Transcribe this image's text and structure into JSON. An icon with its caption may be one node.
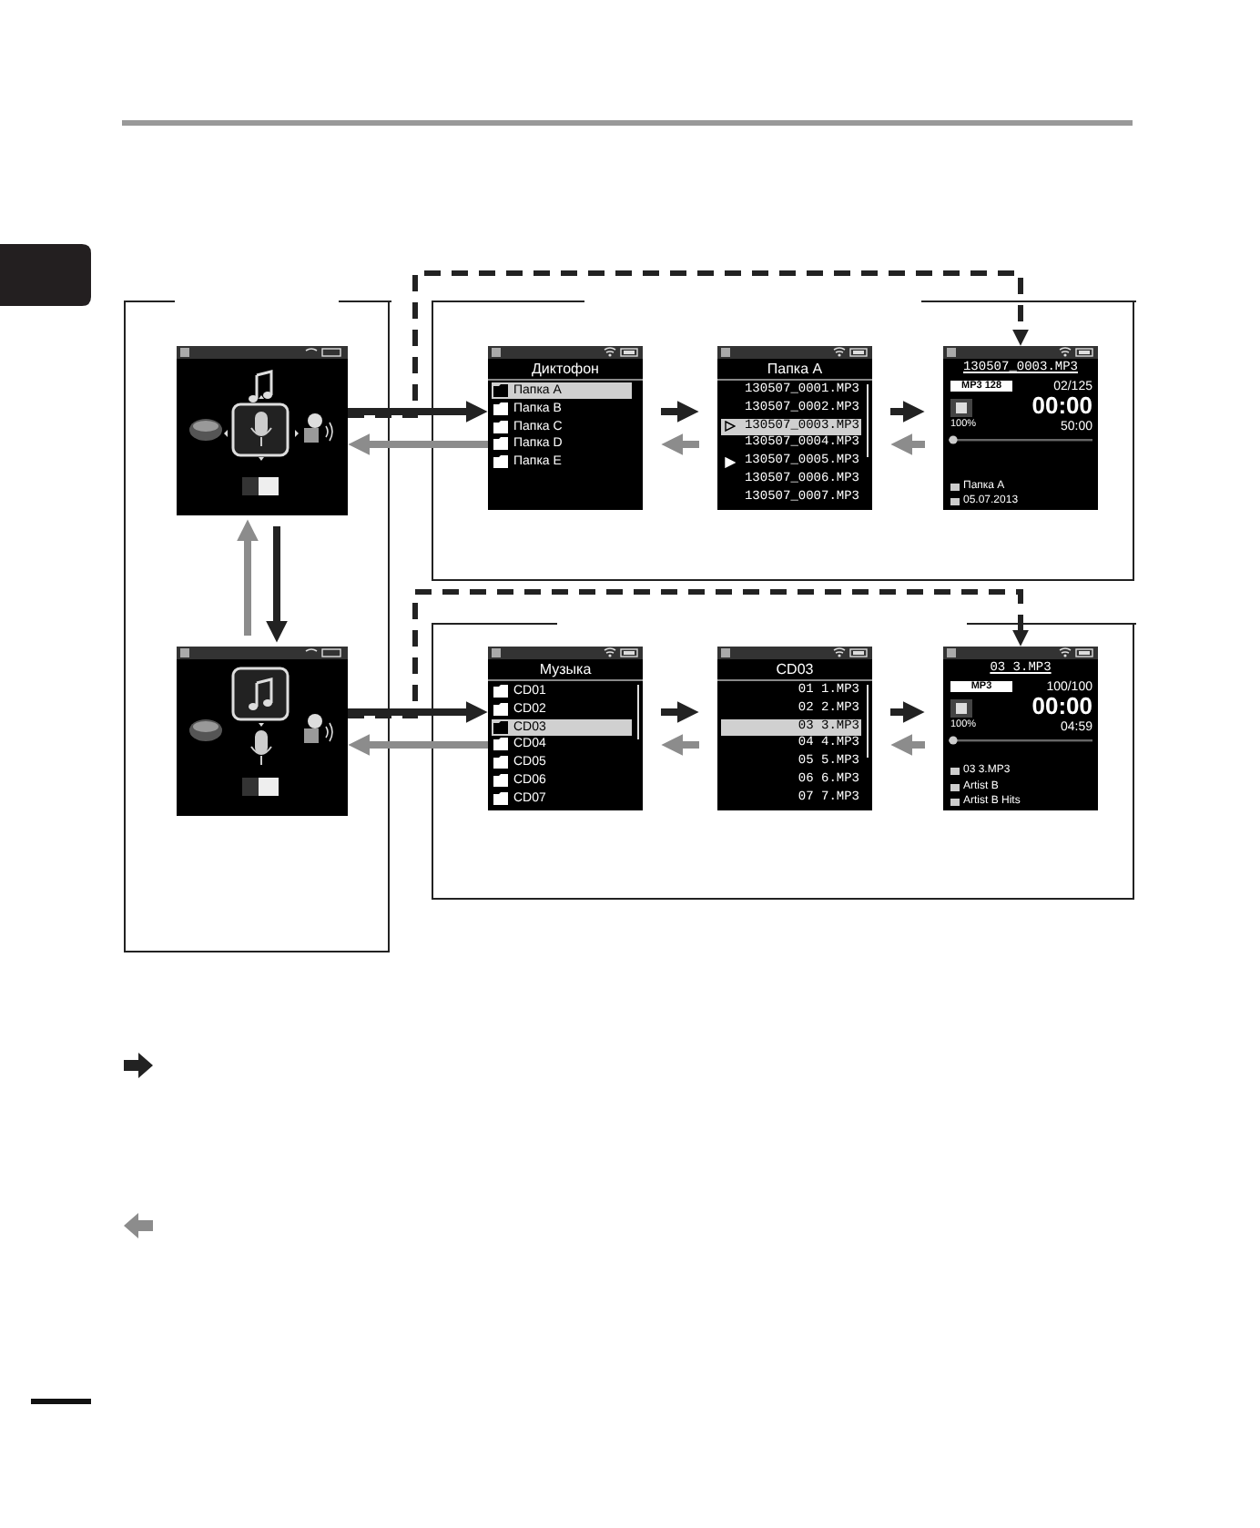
{
  "diagram": {
    "nodes": [
      {
        "text": [],
        "shape": "box"
      },
      {
        "text": [],
        "shape": "picture",
        "in": 0
      },
      {
        "text": [],
        "shape": "picture",
        "in": 0
      },
      {
        "text": [],
        "shape": "box"
      },
      {
        "text": [
          "Диктофон",
          "Папка A",
          "Папка B",
          "Папка C",
          "Папка D",
          "Папка E"
        ],
        "in": 3
      },
      {
        "text": [
          "Папка A",
          "130507_0001.MP3",
          "130507_0002.MP3",
          "130507_0003.MP3",
          "130507_0004.MP3",
          "130507_0005.MP3",
          "130507_0006.MP3",
          "130507_0007.MP3"
        ],
        "in": 3
      },
      {
        "text": [
          "130507_0003.MP3",
          "MP3 128",
          "02/125",
          "00:00",
          "100%",
          "50:00",
          "Папка A",
          "05.07.2013"
        ],
        "in": 3
      },
      {
        "text": [],
        "shape": "box"
      },
      {
        "text": [
          "Музыка",
          "CD01",
          "CD02",
          "CD03",
          "CD04",
          "CD05",
          "CD06",
          "CD07"
        ],
        "in": 7
      },
      {
        "text": [
          "CD03",
          "01 1.MP3",
          "02 2.MP3",
          "03 3.MP3",
          "04 4.MP3",
          "05 5.MP3",
          "06 6.MP3",
          "07 7.MP3"
        ],
        "in": 7
      },
      {
        "text": [
          "03 3.MP3",
          "MP3",
          "100/100",
          "00:00",
          "100%",
          "04:59",
          "03 3.MP3",
          "Artist B",
          "Artist B Hits"
        ],
        "in": 7
      }
    ],
    "edges": [
      {
        "from": 1,
        "to": 4,
        "arrow": "to"
      },
      {
        "from": 4,
        "to": 1,
        "arrow": "to",
        "color": "#8c8c8c"
      },
      {
        "from": 4,
        "to": 5,
        "arrow": "to"
      },
      {
        "from": 5,
        "to": 4,
        "arrow": "to",
        "color": "#8c8c8c"
      },
      {
        "from": 5,
        "to": 6,
        "arrow": "to"
      },
      {
        "from": 6,
        "to": 5,
        "arrow": "to",
        "color": "#8c8c8c"
      },
      {
        "from": 1,
        "to": 6,
        "arrow": "to",
        "style": "dashed"
      },
      {
        "from": 1,
        "to": 2,
        "arrow": "to"
      },
      {
        "from": 2,
        "to": 1,
        "arrow": "to",
        "color": "#8c8c8c"
      },
      {
        "from": 2,
        "to": 8,
        "arrow": "to"
      },
      {
        "from": 8,
        "to": 2,
        "arrow": "to",
        "color": "#8c8c8c"
      },
      {
        "from": 8,
        "to": 9,
        "arrow": "to"
      },
      {
        "from": 9,
        "to": 8,
        "arrow": "to",
        "color": "#8c8c8c"
      },
      {
        "from": 9,
        "to": 10,
        "arrow": "to"
      },
      {
        "from": 10,
        "to": 9,
        "arrow": "to",
        "color": "#8c8c8c"
      },
      {
        "from": 2,
        "to": 10,
        "arrow": "to",
        "style": "dashed"
      }
    ]
  }
}
